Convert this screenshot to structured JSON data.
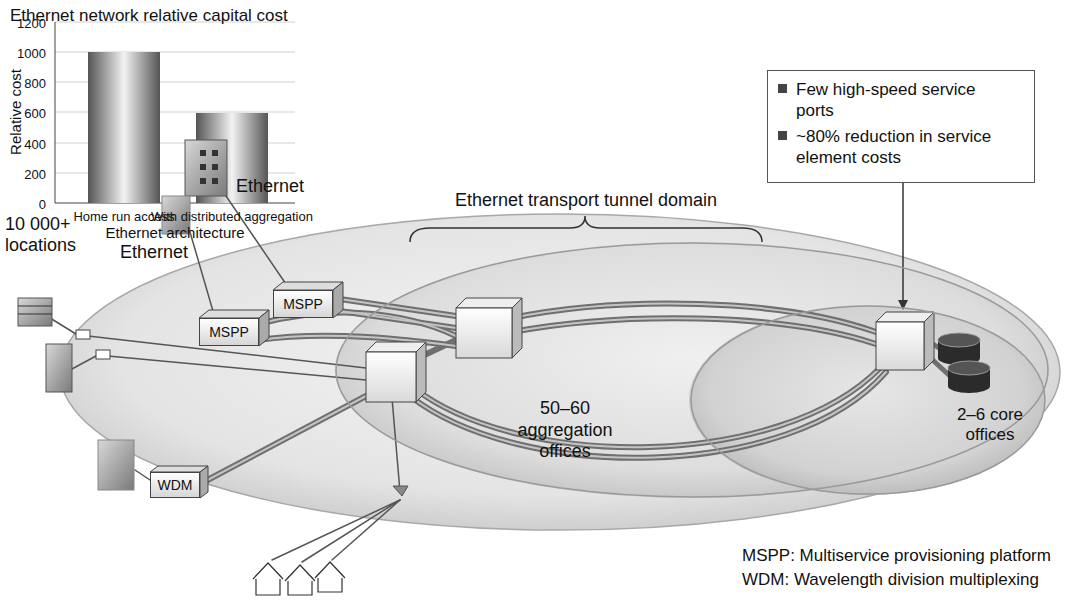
{
  "diagram": {
    "nodes": [
      {
        "text": [
          "MSPP"
        ]
      },
      {
        "text": [
          "MSPP"
        ]
      },
      {
        "text": [
          "WDM"
        ]
      },
      {
        "text": [
          "50–60 aggregation offices"
        ]
      },
      {
        "text": [
          "2–6 core offices"
        ],
        "in": 3
      },
      {
        "text": [
          "Few high-speed service ports",
          "~80% reduction in service element costs"
        ]
      }
    ],
    "labels": [
      "Ethernet network relative capital cost",
      "1200",
      "1000",
      "800",
      "600",
      "400",
      "200",
      "0",
      "Relative cost",
      "Home run access",
      "With distributed aggregation",
      "Ethernet architecture",
      "Ethernet transport tunnel domain",
      "10 000+ locations",
      "Ethernet",
      "Ethernet",
      "MSPP: Multiservice provisioning platform",
      "WDM: Wavelength division multiplexing"
    ]
  }
}
